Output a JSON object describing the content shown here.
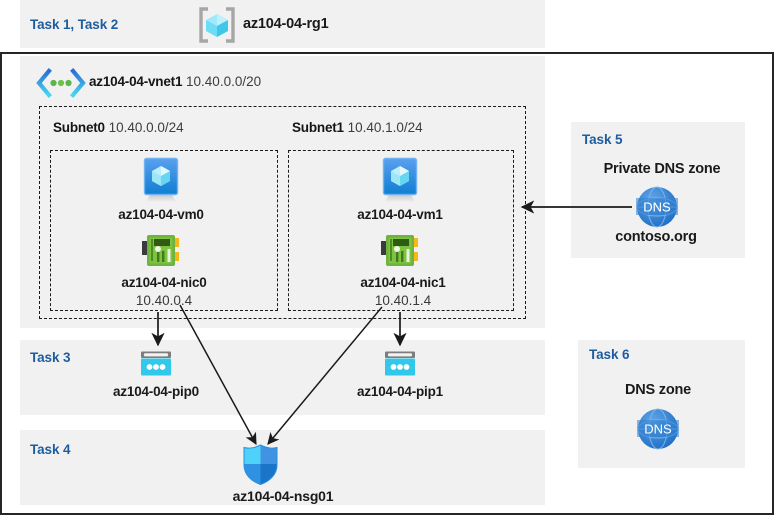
{
  "diagram": {
    "title_bar": {
      "task_label": "Task 1, Task 2",
      "resource_group_icon": "azure-resource-group-icon",
      "resource_group_name": "az104-04-rg1"
    },
    "vnet": {
      "icon": "azure-virtual-network-icon",
      "name": "az104-04-vnet1",
      "address_space": "10.40.0.0/20",
      "subnets": [
        {
          "name": "Subnet0",
          "address_prefix": "10.40.0.0/24",
          "vm": {
            "icon": "azure-virtual-machine-icon",
            "name": "az104-04-vm0"
          },
          "nic": {
            "icon": "azure-network-interface-icon",
            "name": "az104-04-nic0",
            "private_ip": "10.40.0.4"
          }
        },
        {
          "name": "Subnet1",
          "address_prefix": "10.40.1.0/24",
          "vm": {
            "icon": "azure-virtual-machine-icon",
            "name": "az104-04-vm1"
          },
          "nic": {
            "icon": "azure-network-interface-icon",
            "name": "az104-04-nic1",
            "private_ip": "10.40.1.4"
          }
        }
      ]
    },
    "task3": {
      "task_label": "Task 3",
      "public_ips": [
        {
          "icon": "azure-public-ip-address-icon",
          "name": "az104-04-pip0"
        },
        {
          "icon": "azure-public-ip-address-icon",
          "name": "az104-04-pip1"
        }
      ]
    },
    "task4": {
      "task_label": "Task 4",
      "nsg": {
        "icon": "azure-network-security-group-shield-icon",
        "name": "az104-04-nsg01"
      }
    },
    "task5": {
      "task_label": "Task 5",
      "heading": "Private DNS zone",
      "icon": "azure-dns-globe-icon",
      "icon_text": "DNS",
      "zone_name": "contoso.org"
    },
    "task6": {
      "task_label": "Task 6",
      "heading": "DNS zone",
      "icon": "azure-dns-globe-icon",
      "icon_text": "DNS"
    },
    "colors": {
      "panel_background": "#f1f1f1",
      "page_background": "#ffffff",
      "task_label_blue": "#1f5c9e",
      "outer_border": "#262626",
      "dashed_border": "#1a1a1a",
      "vm_blue": "#2a8ae0",
      "nic_green": "#59b144",
      "pip_cyan": "#32c8ec",
      "nsg_shield_blue": "#3fc6f7",
      "dns_blue": "#2f7fd0",
      "arrow_color": "#1a1a1a"
    }
  }
}
